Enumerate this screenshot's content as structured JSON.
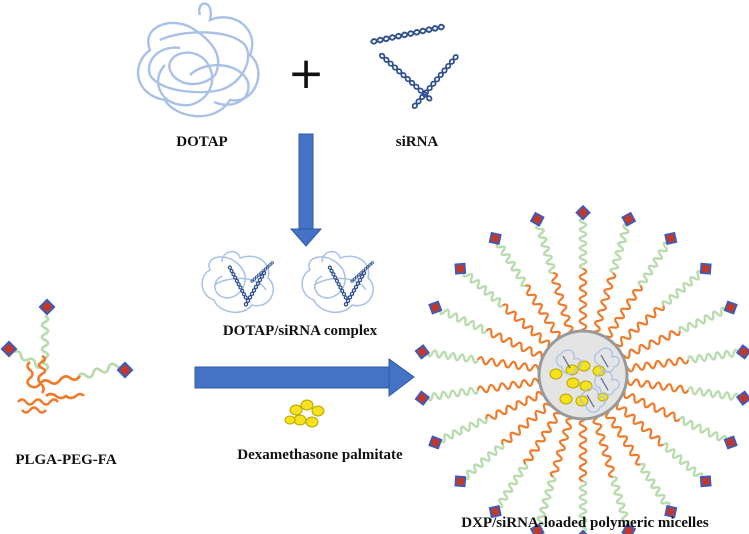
{
  "labels": {
    "dotap": "DOTAP",
    "sirna": "siRNA",
    "plus": "+",
    "complex": "DOTAP/siRNA complex",
    "plga": "PLGA-PEG-FA",
    "dxp": "Dexamethasone palmitate",
    "micelle": "DXP/siRNA-loaded polymeric micelles"
  },
  "colors": {
    "dotap_coil": "#a9c1e6",
    "sirna_helix": "#2f4f8f",
    "arrow_blue": "#4472c4",
    "peg_green": "#b9dcae",
    "plga_orange": "#ee7a2a",
    "fa_red": "#c0392b",
    "fa_blue": "#3b5bbd",
    "dxp_yellow": "#f5e21b",
    "core_fill": "#e4e4e4"
  },
  "icons": {
    "plus": "plus-sign",
    "arrow_down": "down-arrow",
    "arrow_right": "right-arrow"
  }
}
